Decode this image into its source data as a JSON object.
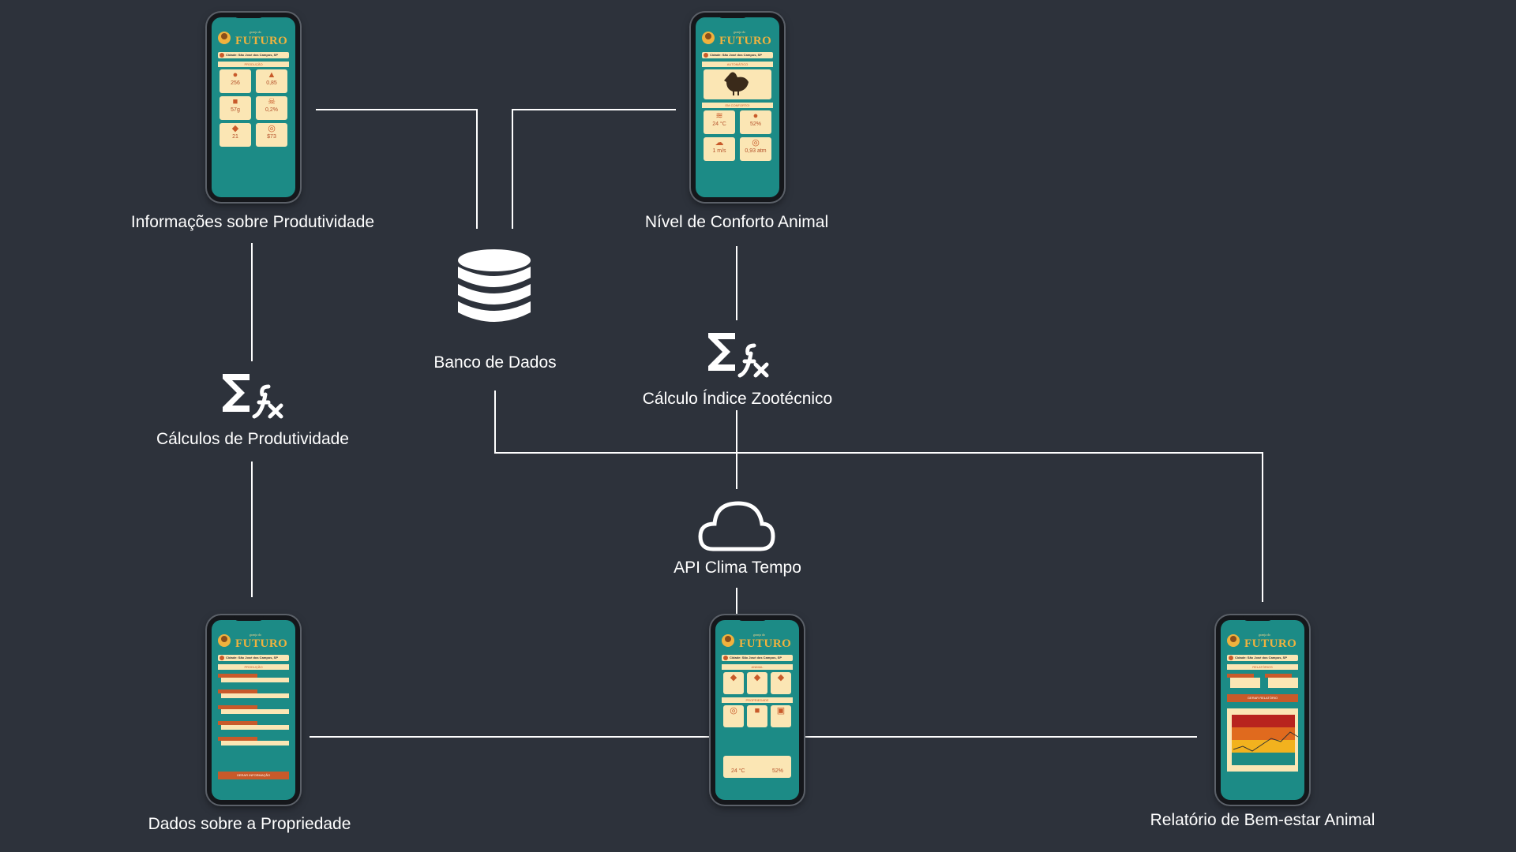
{
  "nodes": {
    "info_produtividade": "Informações sobre Produtividade",
    "conforto_animal": "Nível de Conforto Animal",
    "banco_dados": "Banco de Dados",
    "calc_indice": "Cálculo Índice Zootécnico",
    "calc_produtividade": "Cálculos de Produtividade",
    "api_clima": "API Clima Tempo",
    "dados_propriedade": "Dados sobre a Propriedade",
    "relatorio": "Relatório de Bem-estar Animal"
  },
  "app": {
    "brand_small": "granja do",
    "brand": "FUTURO",
    "city": "Cidade: São José dos Campos, SP",
    "producao": "PRODUÇÃO",
    "automatico": "AUTOMÁTICO",
    "em_conforto": "EM CONFORTO!",
    "animal": "ANIMAL",
    "propriedade": "PROPRIEDADE",
    "relatorios": "RELATÓRIOS",
    "gerar_informacao": "GERAR INFORMAÇÃO",
    "gerar_relatorio": "GERAR RELATÓRIO",
    "prod_values": [
      "256",
      "0,85",
      "57g",
      "0,2%",
      "21",
      "$73"
    ],
    "conf_values": [
      "24 °C",
      "52%",
      "1 m/s",
      "0,93 atm"
    ],
    "home_values": [
      "24 °C",
      "52%"
    ]
  },
  "icons": {
    "database": "database-icon",
    "sigma": "sigma-fx-icon",
    "cloud": "cloud-icon"
  },
  "colors": {
    "background": "#2d323b",
    "lines": "#ffffff",
    "app_teal": "#1c8b86",
    "app_cream": "#fbe6b4",
    "app_orange": "#c85a2a",
    "app_gold": "#f0b23e"
  }
}
